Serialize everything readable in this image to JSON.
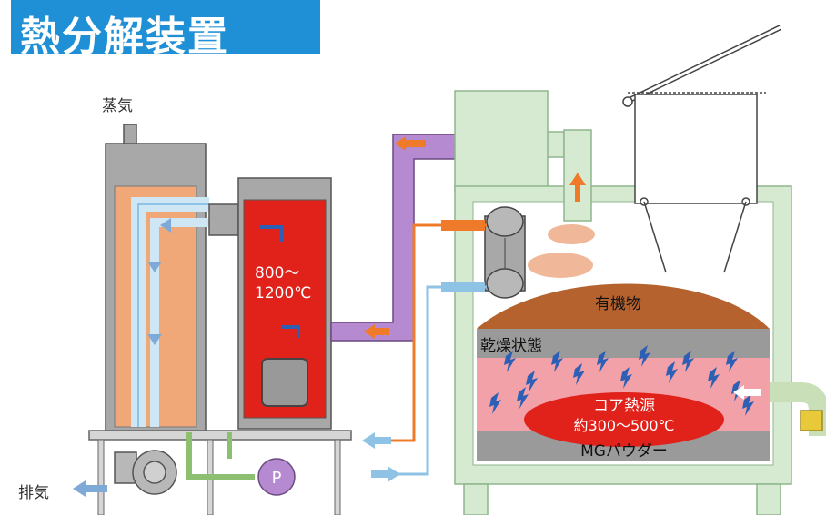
{
  "title": "熱分解装置",
  "labels": {
    "steam": "蒸気",
    "exhaust": "排気",
    "pump": "P",
    "temperature_line1": "800〜",
    "temperature_line2": "1200℃",
    "organic_matter": "有機物",
    "dry_state": "乾燥状態",
    "core_heat_source_line1": "コア熱源",
    "core_heat_source_line2": "約300〜500℃",
    "mg_powder": "MGパウダー"
  },
  "colors": {
    "title_bg": "#1f8fd6",
    "reactor_red": "#e0221b",
    "duct_purple": "#b58ad0",
    "frame_green": "#d6ead2",
    "frame_stroke": "#8fb58c",
    "heat_orange": "#ef7b2a",
    "cool_blue": "#8ec3e6",
    "organic_brown": "#b5622f",
    "dry_gray": "#9a9a9a",
    "core_pink": "#f2a1a8",
    "core_red": "#e0221b",
    "lightning_blue": "#2d5fb5"
  }
}
